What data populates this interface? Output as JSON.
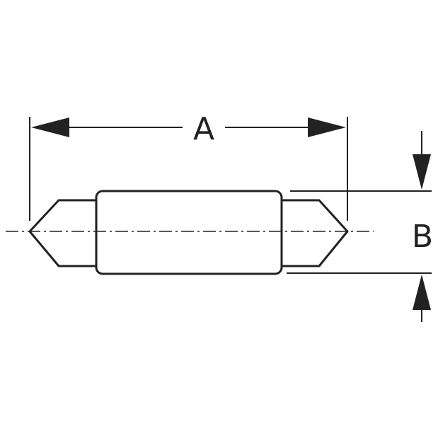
{
  "diagram": {
    "type": "dimension-drawing",
    "subject": "festoon-bulb",
    "labels": {
      "length": "A",
      "diameter": "B"
    },
    "colors": {
      "stroke": "#222222",
      "background": "#ffffff"
    }
  }
}
